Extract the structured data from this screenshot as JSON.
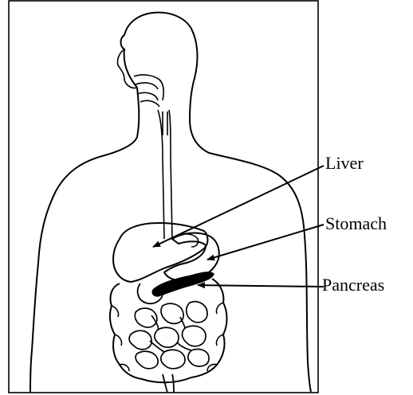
{
  "diagram": {
    "labels": {
      "liver": "Liver",
      "stomach": "Stomach",
      "pancreas": "Pancreas"
    },
    "colors": {
      "outline": "#000000",
      "background": "#ffffff"
    }
  }
}
